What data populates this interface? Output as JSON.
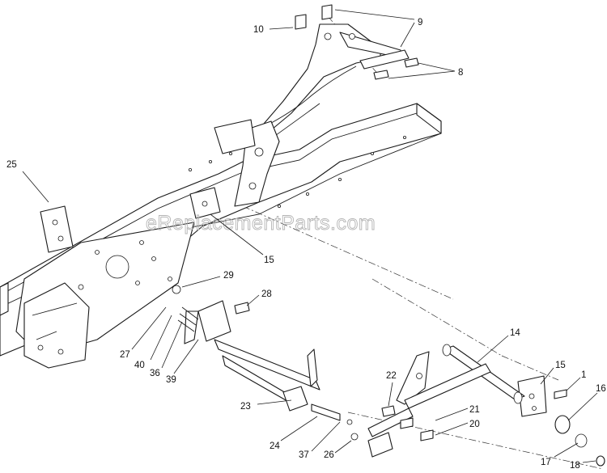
{
  "watermark": "eReplacementParts.com",
  "callouts": [
    {
      "label": "10"
    },
    {
      "label": "9"
    },
    {
      "label": "8"
    },
    {
      "label": "25"
    },
    {
      "label": "15"
    },
    {
      "label": "29"
    },
    {
      "label": "28"
    },
    {
      "label": "27"
    },
    {
      "label": "40"
    },
    {
      "label": "36"
    },
    {
      "label": "39"
    },
    {
      "label": "14"
    },
    {
      "label": "22"
    },
    {
      "label": "15"
    },
    {
      "label": "1"
    },
    {
      "label": "16"
    },
    {
      "label": "21"
    },
    {
      "label": "20"
    },
    {
      "label": "23"
    },
    {
      "label": "24"
    },
    {
      "label": "37"
    },
    {
      "label": "26"
    },
    {
      "label": "17"
    },
    {
      "label": "18"
    }
  ]
}
